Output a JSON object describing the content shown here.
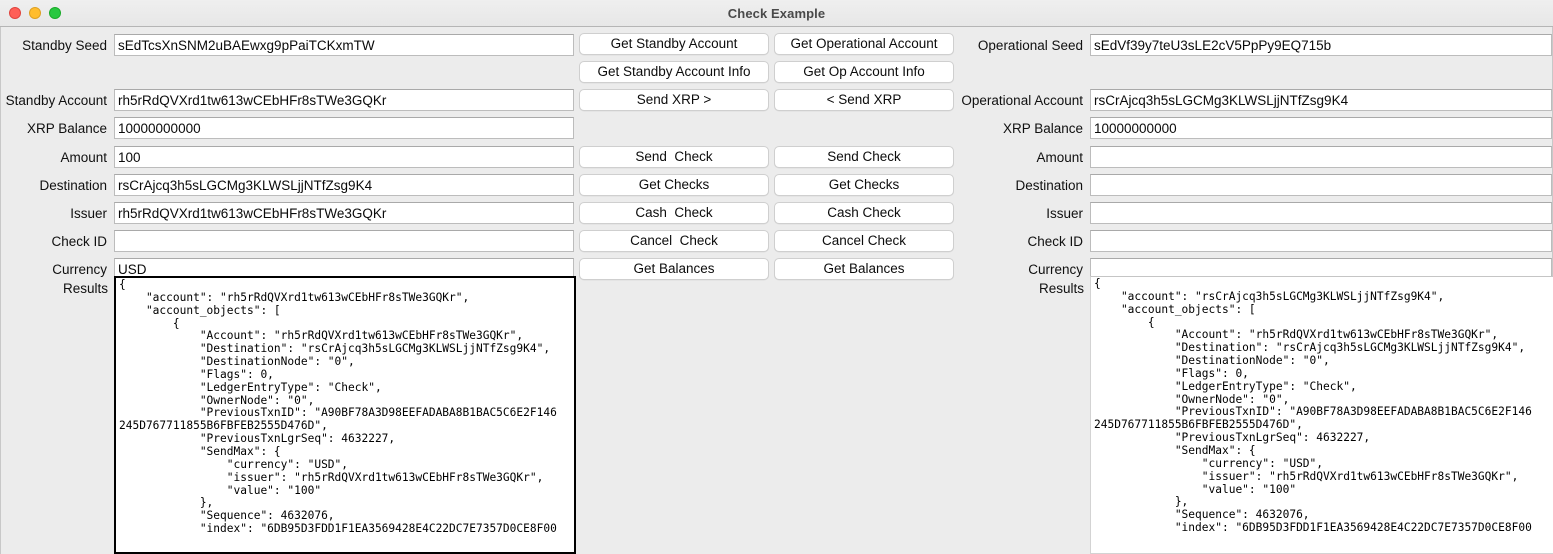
{
  "window": {
    "title": "Check Example",
    "controls": {
      "close": "close-button",
      "minimize": "minimize-button",
      "maximize": "maximize-button"
    }
  },
  "standby": {
    "seed_label": "Standby Seed",
    "seed_value": "sEdTcsXnSNM2uBAEwxg9pPaiTCKxmTW",
    "account_label": "Standby Account",
    "account_value": "rh5rRdQVXrd1tw613wCEbHFr8sTWe3GQKr",
    "balance_label": "XRP Balance",
    "balance_value": "10000000000",
    "amount_label": "Amount",
    "amount_value": "100",
    "destination_label": "Destination",
    "destination_value": "rsCrAjcq3h5sLGCMg3KLWSLjjNTfZsg9K4",
    "issuer_label": "Issuer",
    "issuer_value": "rh5rRdQVXrd1tw613wCEbHFr8sTWe3GQKr",
    "checkid_label": "Check ID",
    "checkid_value": "",
    "currency_label": "Currency",
    "currency_value": "USD",
    "results_label": "Results",
    "results_value": "{\n    \"account\": \"rh5rRdQVXrd1tw613wCEbHFr8sTWe3GQKr\",\n    \"account_objects\": [\n        {\n            \"Account\": \"rh5rRdQVXrd1tw613wCEbHFr8sTWe3GQKr\",\n            \"Destination\": \"rsCrAjcq3h5sLGCMg3KLWSLjjNTfZsg9K4\",\n            \"DestinationNode\": \"0\",\n            \"Flags\": 0,\n            \"LedgerEntryType\": \"Check\",\n            \"OwnerNode\": \"0\",\n            \"PreviousTxnID\": \"A90BF78A3D98EEFADABA8B1BAC5C6E2F146\n245D767711855B6FBFEB2555D476D\",\n            \"PreviousTxnLgrSeq\": 4632227,\n            \"SendMax\": {\n                \"currency\": \"USD\",\n                \"issuer\": \"rh5rRdQVXrd1tw613wCEbHFr8sTWe3GQKr\",\n                \"value\": \"100\"\n            },\n            \"Sequence\": 4632076,\n            \"index\": \"6DB95D3FDD1F1EA3569428E4C22DC7E7357D0CE8F00"
  },
  "operational": {
    "seed_label": "Operational Seed",
    "seed_value": "sEdVf39y7teU3sLE2cV5PpPy9EQ715b",
    "account_label": "Operational Account",
    "account_value": "rsCrAjcq3h5sLGCMg3KLWSLjjNTfZsg9K4",
    "balance_label": "XRP Balance",
    "balance_value": "10000000000",
    "amount_label": "Amount",
    "amount_value": "",
    "destination_label": "Destination",
    "destination_value": "",
    "issuer_label": "Issuer",
    "issuer_value": "",
    "checkid_label": "Check ID",
    "checkid_value": "",
    "currency_label": "Currency",
    "currency_value": "",
    "results_label": "Results",
    "results_value": "{\n    \"account\": \"rsCrAjcq3h5sLGCMg3KLWSLjjNTfZsg9K4\",\n    \"account_objects\": [\n        {\n            \"Account\": \"rh5rRdQVXrd1tw613wCEbHFr8sTWe3GQKr\",\n            \"Destination\": \"rsCrAjcq3h5sLGCMg3KLWSLjjNTfZsg9K4\",\n            \"DestinationNode\": \"0\",\n            \"Flags\": 0,\n            \"LedgerEntryType\": \"Check\",\n            \"OwnerNode\": \"0\",\n            \"PreviousTxnID\": \"A90BF78A3D98EEFADABA8B1BAC5C6E2F146\n245D767711855B6FBFEB2555D476D\",\n            \"PreviousTxnLgrSeq\": 4632227,\n            \"SendMax\": {\n                \"currency\": \"USD\",\n                \"issuer\": \"rh5rRdQVXrd1tw613wCEbHFr8sTWe3GQKr\",\n                \"value\": \"100\"\n            },\n            \"Sequence\": 4632076,\n            \"index\": \"6DB95D3FDD1F1EA3569428E4C22DC7E7357D0CE8F00"
  },
  "buttons": {
    "left": {
      "get_account": "Get Standby Account",
      "get_account_info": "Get Standby Account Info",
      "send_xrp": "Send XRP >",
      "send_check": "Send  Check",
      "get_checks": "Get Checks",
      "cash_check": "Cash  Check",
      "cancel_check": "Cancel  Check",
      "get_balances": "Get Balances"
    },
    "right": {
      "get_account": "Get Operational Account",
      "get_account_info": "Get Op Account Info",
      "send_xrp": "< Send XRP",
      "send_check": "Send Check",
      "get_checks": "Get Checks",
      "cash_check": "Cash Check",
      "cancel_check": "Cancel Check",
      "get_balances": "Get Balances"
    }
  },
  "colors": {
    "window_background": "#ececec",
    "titlebar": "#efefef",
    "field_background": "#ffffff",
    "focus_border": "#000000",
    "close": "#ff5f57",
    "minimize": "#ffbd2e",
    "maximize": "#28c840"
  }
}
